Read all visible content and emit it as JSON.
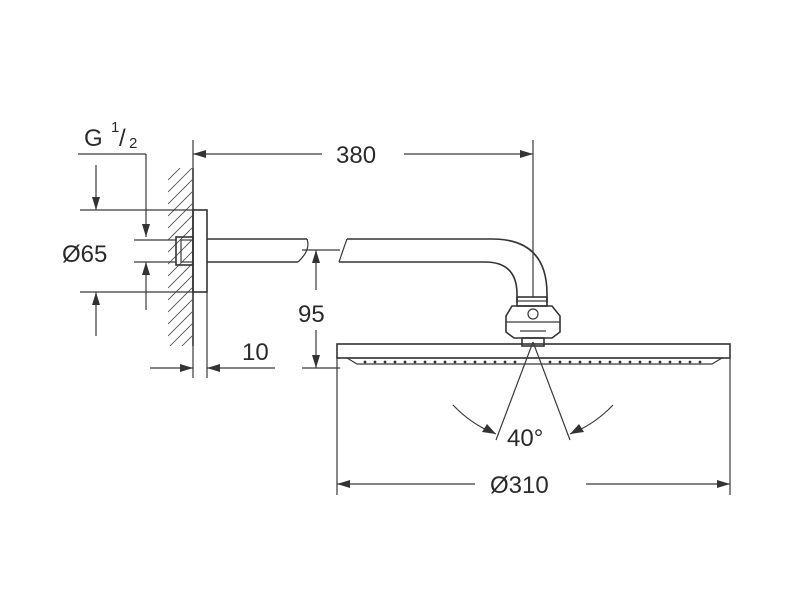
{
  "dimensions": {
    "thread_label": "G",
    "thread_num": "1",
    "thread_den": "2",
    "arm_length": "380",
    "flange_diameter": "Ø65",
    "drop_height": "95",
    "wall_offset": "10",
    "spray_angle": "40°",
    "head_diameter": "Ø310"
  }
}
